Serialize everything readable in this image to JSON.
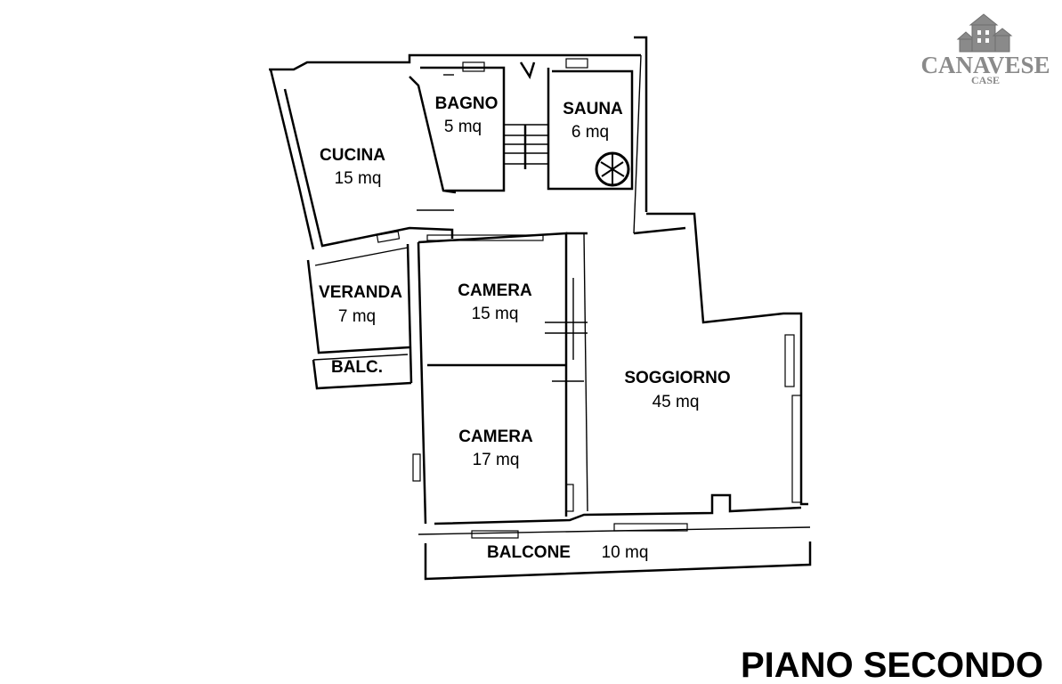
{
  "rooms": [
    {
      "name": "CUCINA",
      "area": "15 mq"
    },
    {
      "name": "BAGNO",
      "area": "5 mq"
    },
    {
      "name": "SAUNA",
      "area": "6 mq"
    },
    {
      "name": "VERANDA",
      "area": "7 mq"
    },
    {
      "name": "CAMERA",
      "area": "15 mq"
    },
    {
      "name": "CAMERA",
      "area": "17 mq"
    },
    {
      "name": "SOGGIORNO",
      "area": "45 mq"
    },
    {
      "name": "BALC.",
      "area": ""
    },
    {
      "name": "BALCONE",
      "area": "10 mq"
    }
  ],
  "floor_title": "PIANO SECONDO",
  "logo": {
    "line1": "CANAVESE",
    "line2": "CASE",
    "color": "#8a8a8a"
  }
}
